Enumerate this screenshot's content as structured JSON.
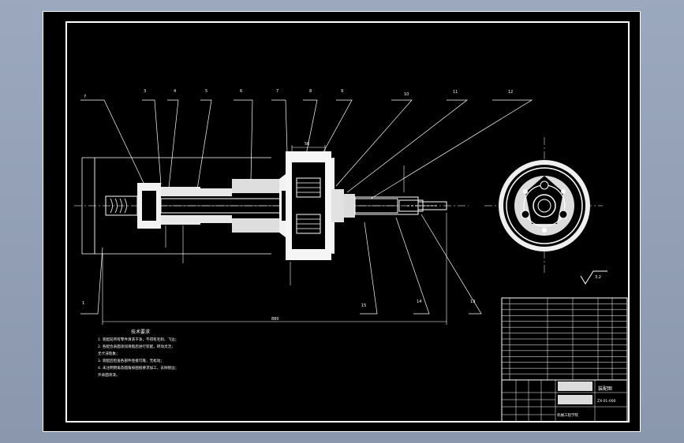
{
  "drawing": {
    "leader_numbers": [
      "7",
      "3",
      "4",
      "5",
      "6",
      "7",
      "8",
      "9",
      "10",
      "11",
      "12",
      "1",
      "15",
      "14",
      "13"
    ],
    "dim_overall_length": "880",
    "dim_length_top": "56",
    "roughness_symbol_text": "3.2"
  },
  "notes": {
    "title": "技术要求",
    "lines": [
      "1. 装配前所有零件清洗干净，不得有毛刺、飞边；",
      "2. 各配合表面涂润滑脂后进行装配，转动灵活；",
      "   无卡滞现象；",
      "3. 装配后检查各部件连接可靠，无松动；",
      "4. 未注明倒角及圆角按图纸要求加工，去除锐边；",
      "   外表面涂漆。"
    ]
  },
  "title_block": {
    "drawing_name": "装配图",
    "school_name": "机械工程学院",
    "code_text": "ZX-01-000"
  }
}
